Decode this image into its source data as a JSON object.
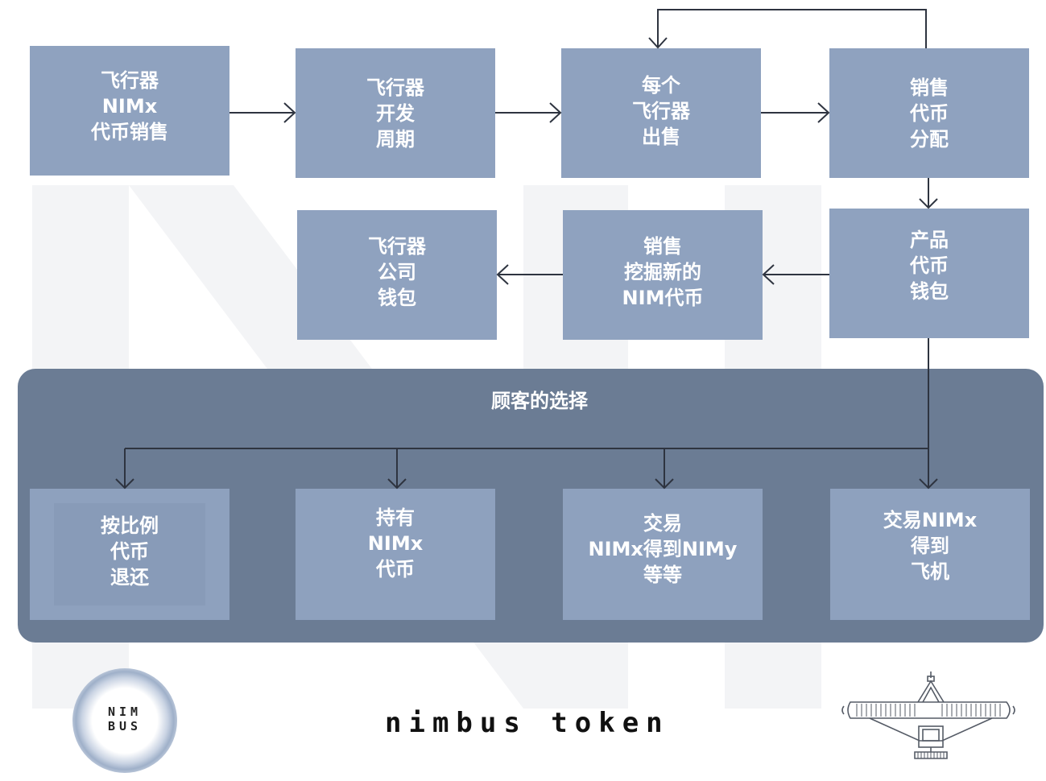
{
  "flow": {
    "token_sale": [
      "飞行器",
      "NIMx",
      "代币销售"
    ],
    "dev_cycle": [
      "飞行器",
      "开发",
      "周期"
    ],
    "each_sold": [
      "每个",
      "飞行器",
      "出售"
    ],
    "distribution": [
      "销售",
      "代币",
      "分配"
    ],
    "product_wallet": [
      "产品",
      "代币",
      "钱包"
    ],
    "mine_new": [
      "销售",
      "挖掘新的",
      "NIM代币"
    ],
    "company_wallet": [
      "飞行器",
      "公司",
      "钱包"
    ]
  },
  "choices": {
    "title": "顾客的选择",
    "items": [
      [
        "按比例",
        "代币",
        "退还"
      ],
      [
        "持有",
        "NIMx",
        "代币"
      ],
      [
        "交易",
        "NIMx得到NIMy",
        "等等"
      ],
      [
        "交易NIMx",
        "得到",
        "飞机"
      ]
    ]
  },
  "logo": [
    "NIM",
    "BUS"
  ],
  "brand": "nimbus token",
  "colors": {
    "box": "#8fa2bf",
    "panel": "#6b7c94",
    "arrow": "#2e3440",
    "text": "#ffffff"
  }
}
